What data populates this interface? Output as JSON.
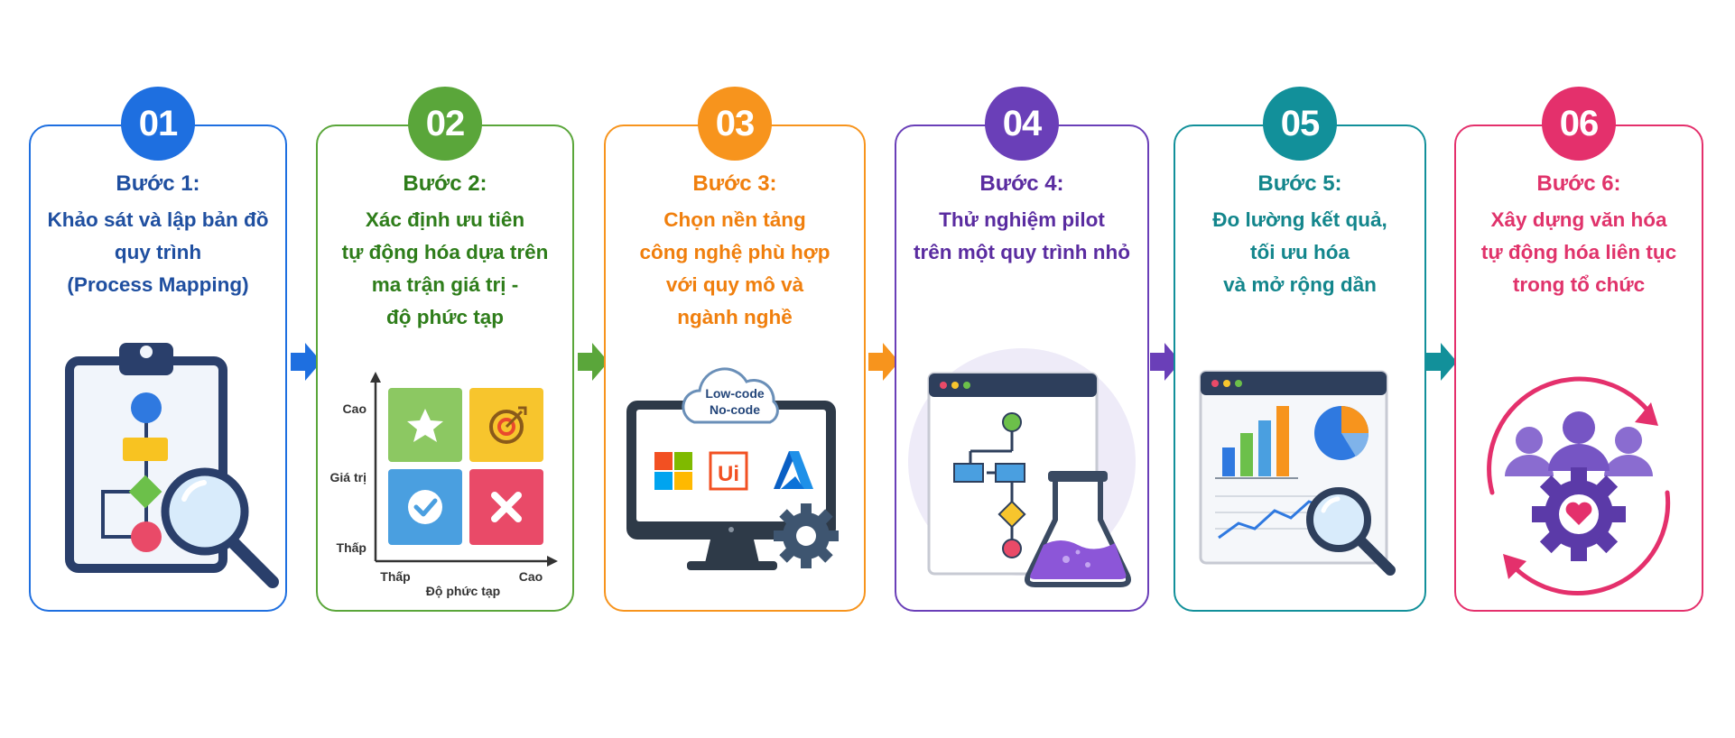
{
  "steps": [
    {
      "number": "01",
      "title": "Bước 1:",
      "desc": [
        "Khảo sát và lập bản đồ",
        "quy trình",
        "(Process Mapping)"
      ],
      "color": "#1f4fa0",
      "accent": "#1e6fe0",
      "icons": [
        "clipboard-icon",
        "flowchart-icon",
        "magnifier-icon"
      ]
    },
    {
      "number": "02",
      "title": "Bước 2:",
      "desc": [
        "Xác định ưu tiên",
        "tự động hóa dựa trên",
        "ma trận giá trị -",
        "độ phức tạp"
      ],
      "color": "#2e7d1a",
      "accent": "#5aa63a",
      "matrix": {
        "y_high": "Cao",
        "y_label": "Giá trị",
        "y_low": "Thấp",
        "x_low": "Thấp",
        "x_high": "Cao",
        "x_label": "Độ phức tạp"
      },
      "icons": [
        "star-icon",
        "target-icon",
        "check-icon",
        "cross-icon"
      ]
    },
    {
      "number": "03",
      "title": "Bước 3:",
      "desc": [
        "Chọn nền tảng",
        "công nghệ phù hợp",
        "với quy mô và",
        "ngành nghề"
      ],
      "color": "#f07f0d",
      "accent": "#f7941d",
      "cloud": [
        "Low-code",
        "No-code"
      ],
      "logo_ui": "Ui",
      "icons": [
        "monitor-icon",
        "cloud-icon",
        "microsoft-logo-icon",
        "uipath-logo-icon",
        "azure-logo-icon",
        "gear-icon"
      ]
    },
    {
      "number": "04",
      "title": "Bước 4:",
      "desc": [
        "Thử nghiệm pilot",
        "trên một quy trình nhỏ"
      ],
      "color": "#5a2ca0",
      "accent": "#6a3fb8",
      "icons": [
        "browser-window-icon",
        "flowchart-icon",
        "flask-icon"
      ]
    },
    {
      "number": "05",
      "title": "Bước 5:",
      "desc": [
        "Đo lường kết quả,",
        "tối ưu hóa",
        "và mở rộng dần"
      ],
      "color": "#13868c",
      "accent": "#12909a",
      "icons": [
        "dashboard-icon",
        "bar-chart-icon",
        "pie-chart-icon",
        "line-chart-icon",
        "magnifier-icon"
      ]
    },
    {
      "number": "06",
      "title": "Bước 6:",
      "desc": [
        "Xây dựng văn hóa",
        "tự động hóa liên tục",
        "trong tổ chức"
      ],
      "color": "#e0336b",
      "accent": "#e4306c",
      "icons": [
        "people-icon",
        "gear-heart-icon",
        "cycle-arrows-icon"
      ]
    }
  ]
}
